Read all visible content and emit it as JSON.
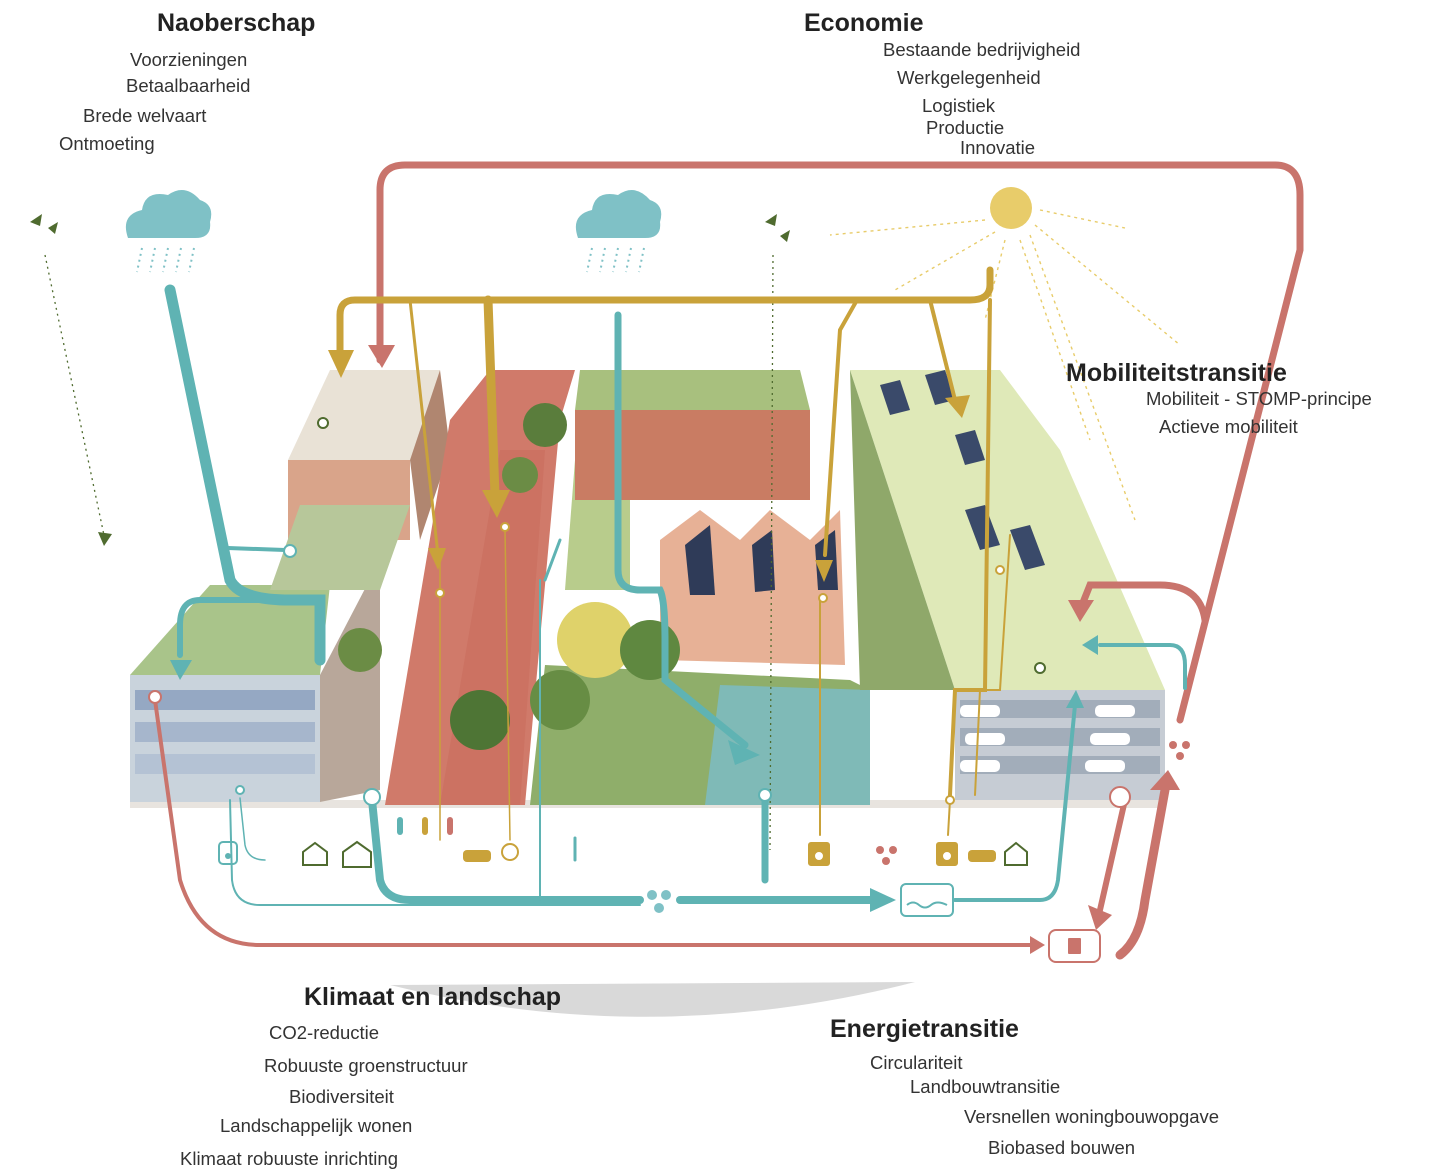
{
  "themes": {
    "naoberschap": {
      "title": "Naoberschap",
      "items": [
        "Voorzieningen",
        "Betaalbaarheid",
        "Brede welvaart",
        "Ontmoeting"
      ]
    },
    "economie": {
      "title": "Economie",
      "items": [
        "Bestaande bedrijvigheid",
        "Werkgelegenheid",
        "Logistiek",
        "Productie",
        "Innovatie"
      ]
    },
    "mobiliteit": {
      "title": "Mobiliteitstransitie",
      "items": [
        "Mobiliteit - STOMP-principe",
        "Actieve mobiliteit"
      ]
    },
    "klimaat": {
      "title": "Klimaat en landschap",
      "items": [
        "CO2-reductie",
        "Robuuste groenstructuur",
        "Biodiversiteit",
        "Landschappelijk wonen",
        "Klimaat robuuste inrichting"
      ]
    },
    "energie": {
      "title": "Energietransitie",
      "items": [
        "Circulariteit",
        "Landbouwtransitie",
        "Versnellen woningbouwopgave",
        "Biobased bouwen"
      ]
    }
  },
  "colors": {
    "water": "#5fb3b3",
    "energy": "#c9a23a",
    "waste": "#c9746c",
    "sun": "#e8cc6a",
    "green": "#6f8f4a"
  },
  "icons": [
    "cloud-rain-icon",
    "sun-icon",
    "bird-icon",
    "recycle-icon",
    "water-treatment-icon",
    "trash-bin-icon",
    "washing-machine-icon",
    "ev-charging-icon",
    "lightbulb-icon",
    "thermometer-icon",
    "greenhouse-icon",
    "water-tap-icon"
  ]
}
